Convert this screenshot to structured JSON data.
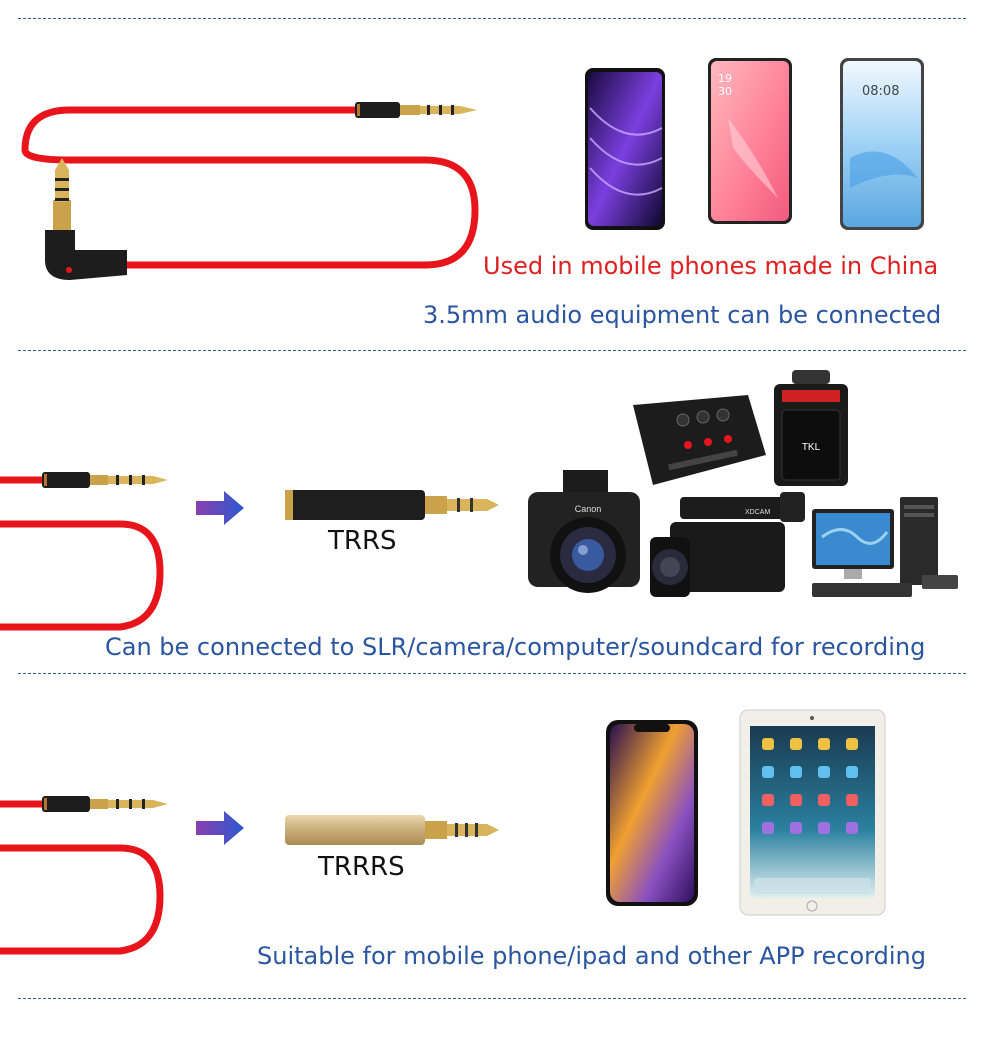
{
  "section1": {
    "caption_red": "Used in mobile phones made in China",
    "caption_blue": "3.5mm audio equipment can be connected",
    "phone1_icon": "android-phone-purple",
    "phone2_icon": "android-phone-pink",
    "phone3_icon": "android-phone-blue",
    "phone3_clock": "08:08",
    "phone2_clock": "19\n30"
  },
  "section2": {
    "adapter_label": "TRRS",
    "caption": "Can be connected to SLR/camera/computer/soundcard for recording",
    "devices": [
      "soundcard-icon",
      "speaker-icon",
      "dslr-camera-icon",
      "camcorder-icon",
      "desktop-computer-icon"
    ]
  },
  "section3": {
    "adapter_label": "TRRRS",
    "caption": "Suitable for mobile phone/ipad and other APP recording",
    "devices": [
      "iphone-icon",
      "ipad-icon"
    ]
  },
  "colors": {
    "cable_red": "#e8141b",
    "caption_red": "#e02020",
    "caption_blue": "#2a55a0",
    "divider": "#3a5e8c",
    "arrow_start": "#8a3fb0",
    "arrow_end": "#2a5bd0"
  }
}
